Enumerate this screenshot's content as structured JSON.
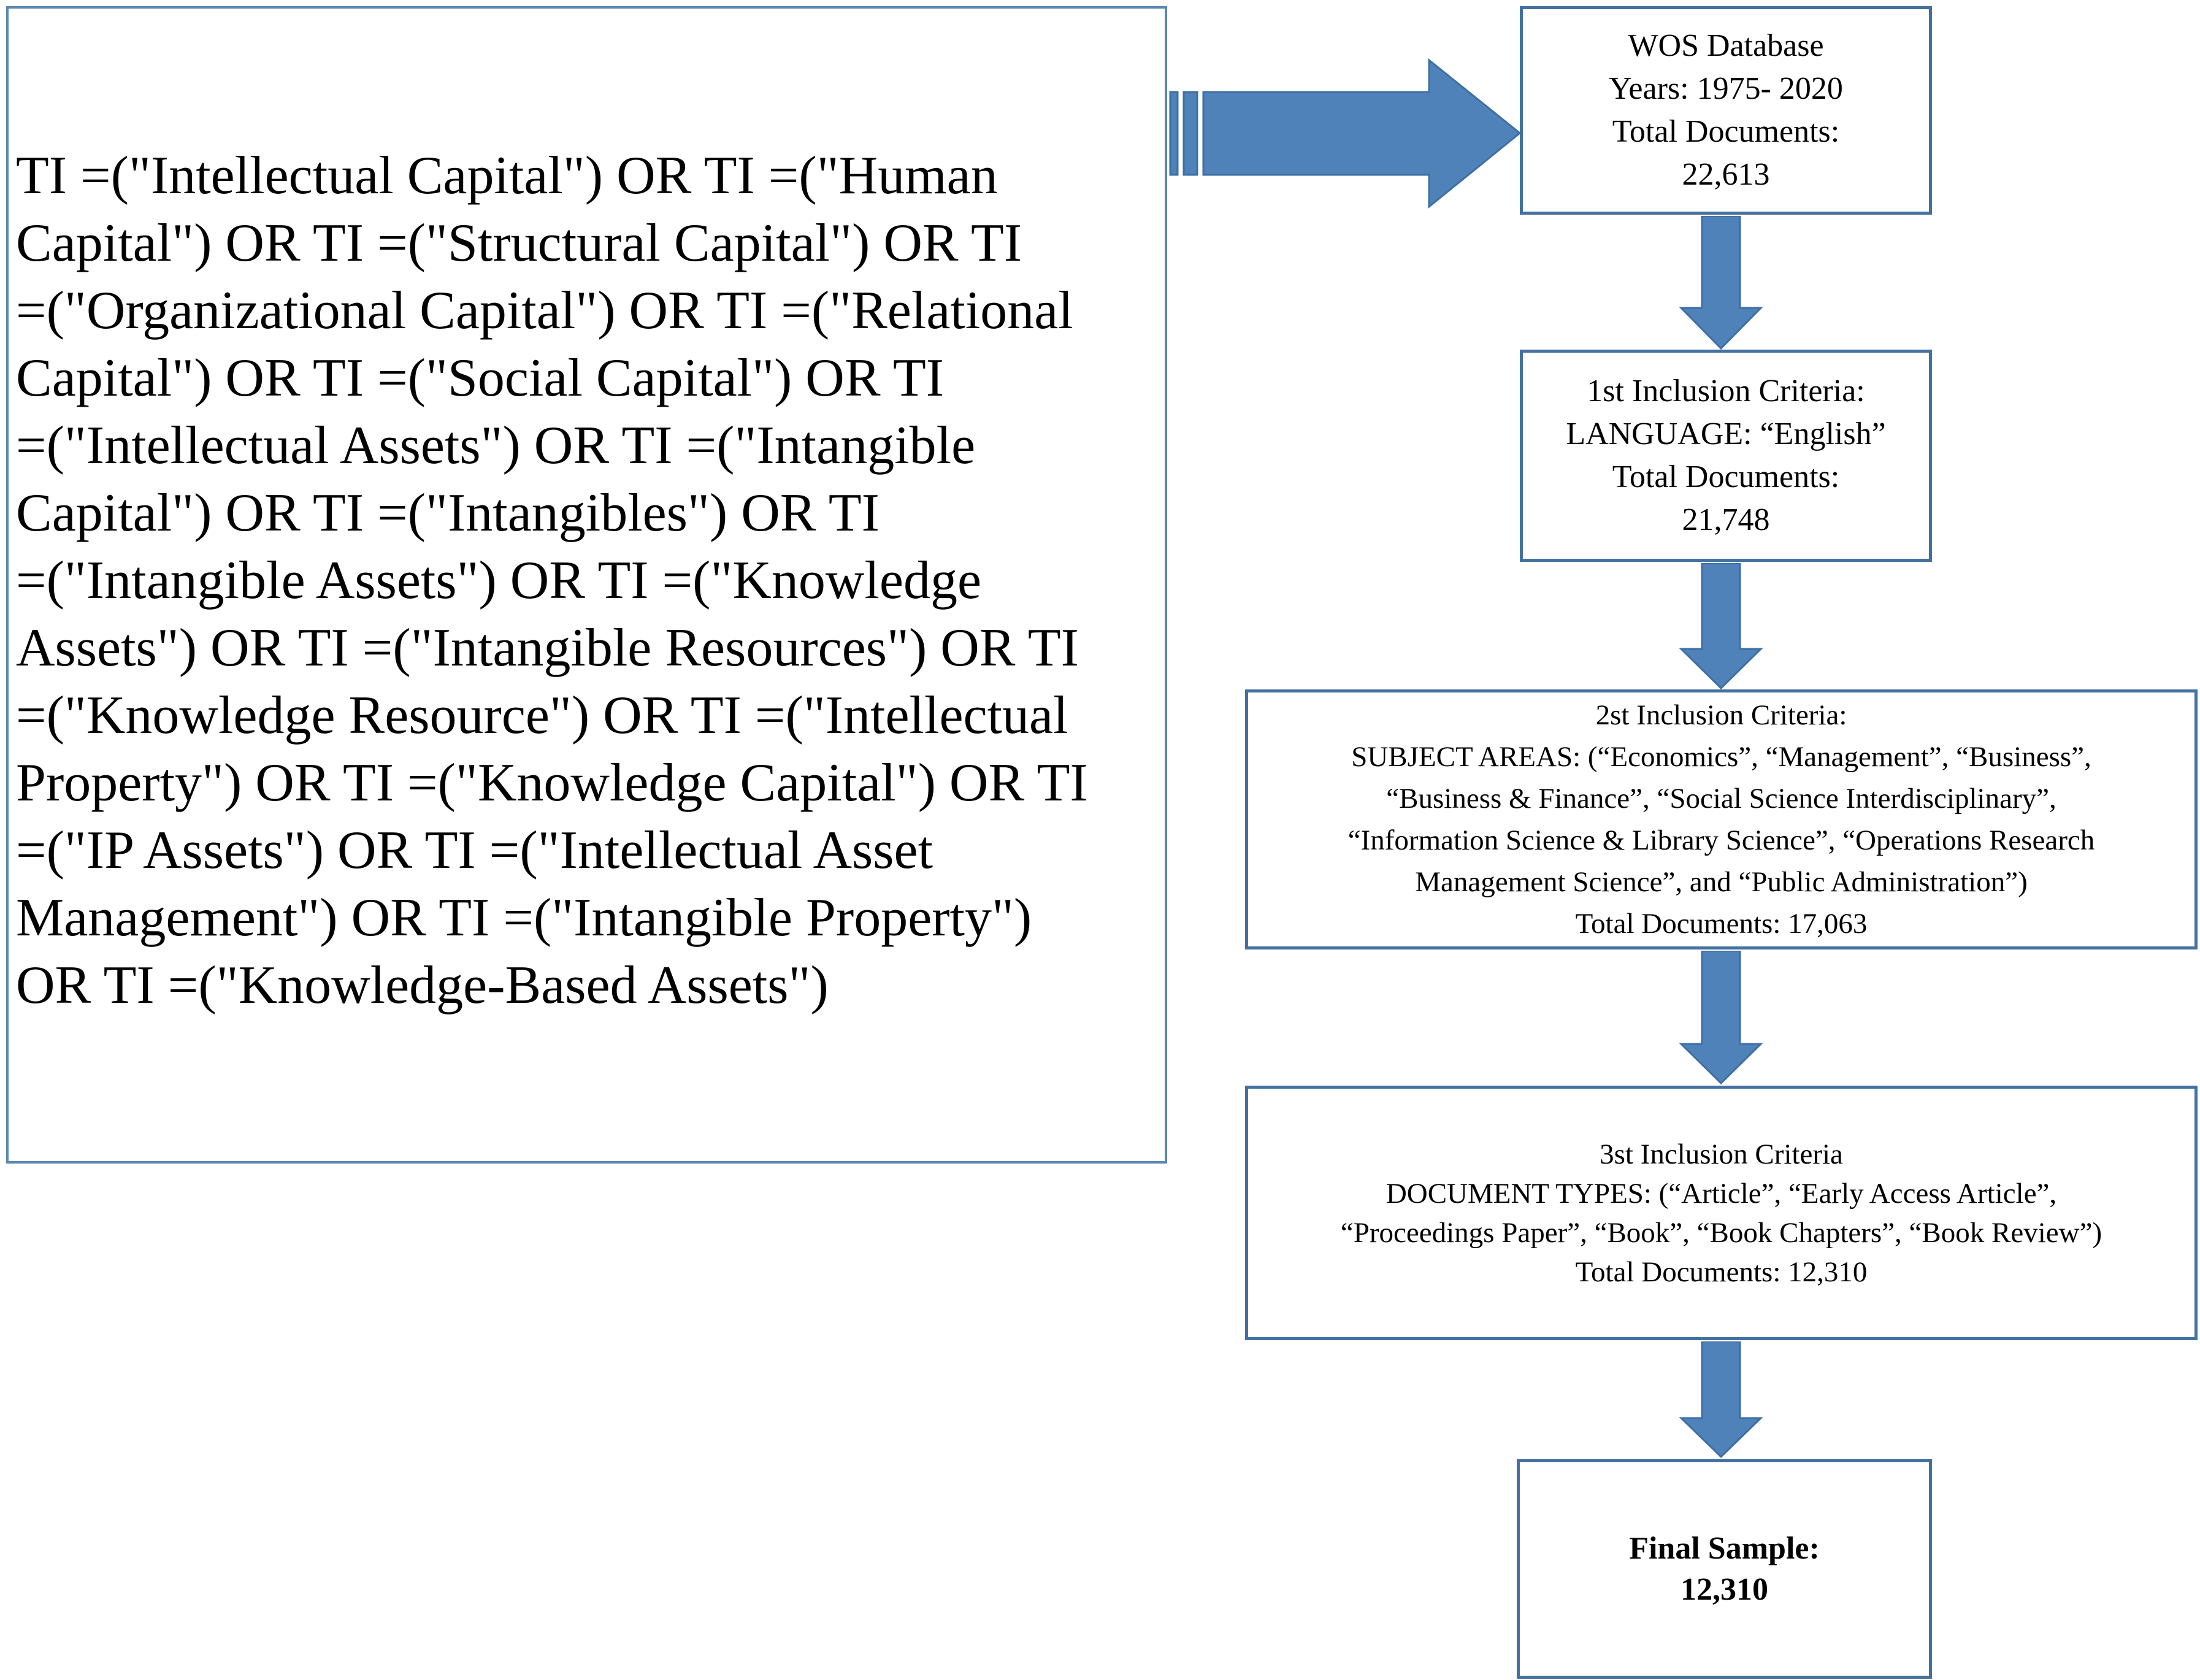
{
  "colors": {
    "box_border": "#44719f",
    "query_box_border": "#5b87b5",
    "arrow_fill": "#4e82b8",
    "arrow_stroke": "#3e6fa3",
    "text": "#000000",
    "background": "#ffffff"
  },
  "query_box": {
    "lines": [
      "TI =(\"Intellectual Capital\") OR TI =(\"Human",
      "Capital\") OR TI =(\"Structural Capital\") OR TI",
      "=(\"Organizational Capital\") OR TI =(\"Relational",
      "Capital\") OR TI =(\"Social Capital\") OR TI",
      "=(\"Intellectual Assets\") OR TI =(\"Intangible",
      "Capital\") OR TI =(\"Intangibles\") OR TI",
      "=(\"Intangible Assets\") OR TI =(\"Knowledge",
      "Assets\") OR TI =(\"Intangible Resources\") OR TI",
      "=(\"Knowledge Resource\") OR TI =(\"Intellectual",
      "Property\") OR TI =(\"Knowledge Capital\") OR TI",
      "=(\"IP Assets\") OR TI =(\"Intellectual Asset",
      "Management\") OR TI =(\"Intangible Property\")",
      "OR TI =(\"Knowledge-Based Assets\")"
    ]
  },
  "flow": {
    "boxes": [
      {
        "name": "wos-database",
        "lines": [
          "WOS Database",
          "Years: 1975- 2020",
          "Total Documents:",
          "22,613"
        ]
      },
      {
        "name": "first-inclusion-criteria",
        "lines": [
          "1st Inclusion Criteria:",
          "LANGUAGE: “English”",
          "Total Documents:",
          "21,748"
        ]
      },
      {
        "name": "second-inclusion-criteria",
        "lines": [
          "2st Inclusion Criteria:",
          "SUBJECT AREAS: (“Economics”, “Management”, “Business”,",
          "“Business & Finance”, “Social Science Interdisciplinary”,",
          "“Information Science & Library Science”, “Operations Research",
          "Management Science”, and “Public Administration”)",
          "Total Documents: 17,063"
        ]
      },
      {
        "name": "third-inclusion-criteria",
        "lines": [
          "3st Inclusion Criteria",
          "DOCUMENT TYPES: (“Article”, “Early Access Article”,",
          "“Proceedings Paper”, “Book”, “Book Chapters”, “Book Review”)",
          "Total Documents: 12,310"
        ]
      },
      {
        "name": "final-sample",
        "lines": [
          "Final Sample:",
          "12,310"
        ]
      }
    ]
  }
}
